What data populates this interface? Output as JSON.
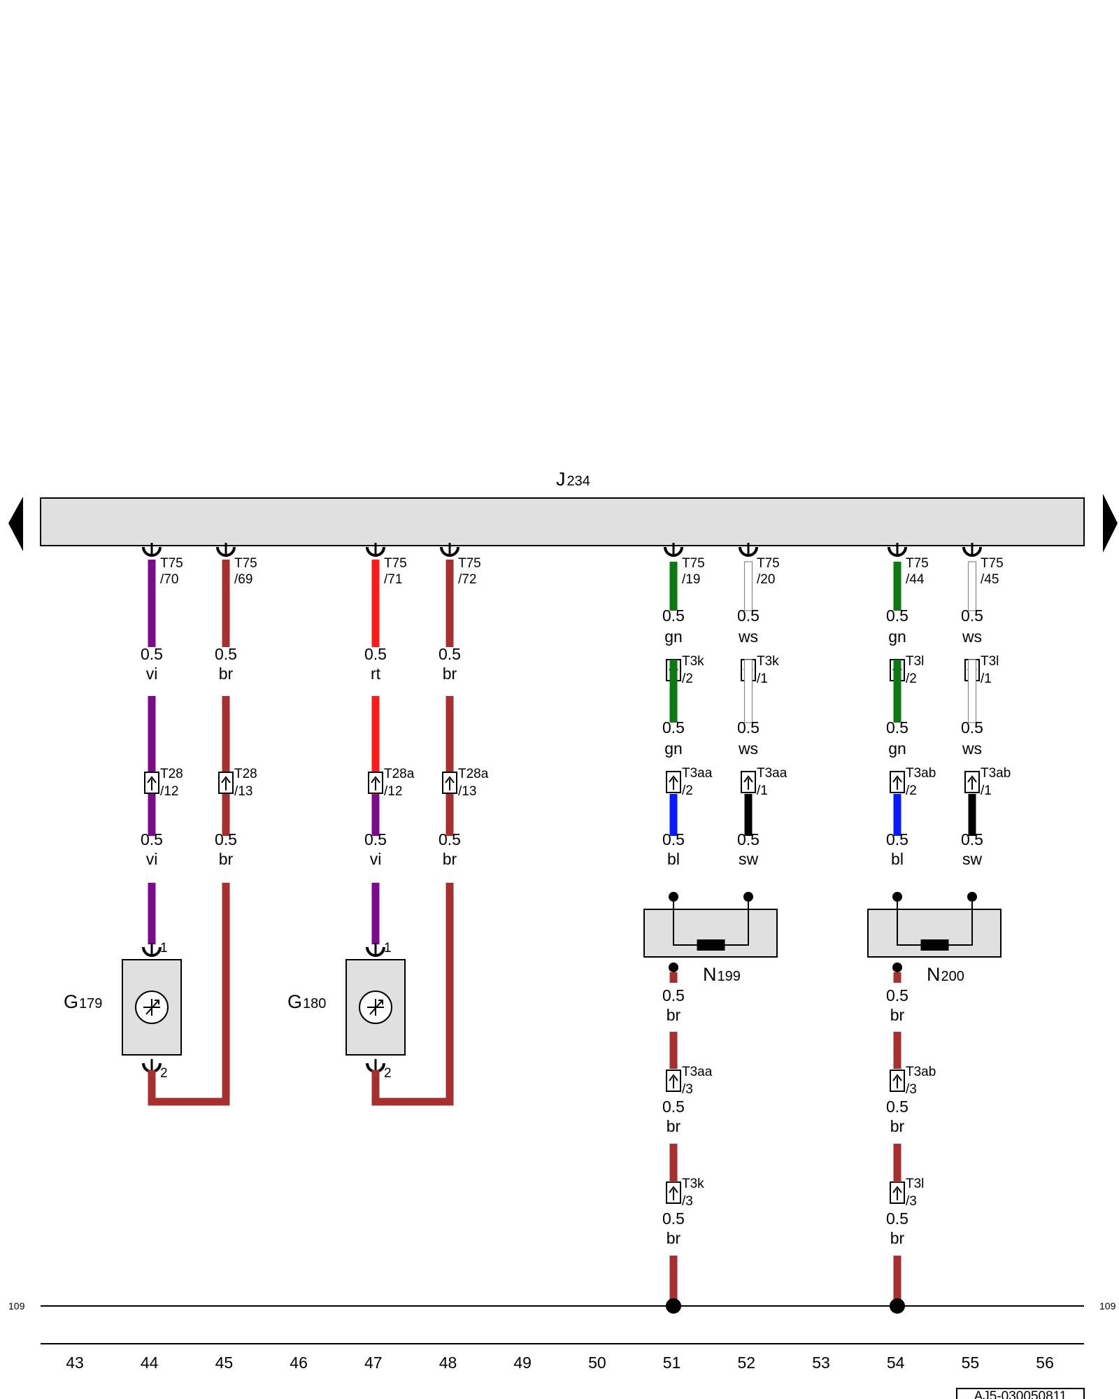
{
  "control_unit": {
    "letter": "J",
    "number": "234"
  },
  "ground_ref": {
    "left": "109",
    "right": "109"
  },
  "footer_code": "AJ5-030050811",
  "columns": [
    "43",
    "44",
    "45",
    "46",
    "47",
    "48",
    "49",
    "50",
    "51",
    "52",
    "53",
    "54",
    "55",
    "56"
  ],
  "colors": {
    "vi": "#7d0a8c",
    "br": "#a63030",
    "rt": "#ff1a1a",
    "gn": "#0b7a12",
    "ws": "#ffffff",
    "bl": "#0a1aff",
    "sw": "#000000",
    "housing": "#e0e0e0"
  },
  "wires": [
    {
      "id": "44",
      "pin": {
        "top": "T75",
        "bot": "/70"
      },
      "segments": [
        {
          "size": "0.5",
          "color": "vi"
        },
        {
          "size": "0.5",
          "color": "vi"
        }
      ],
      "connectors": [
        {
          "top": "T28",
          "bot": "/12"
        }
      ]
    },
    {
      "id": "45",
      "pin": {
        "top": "T75",
        "bot": "/69"
      },
      "segments": [
        {
          "size": "0.5",
          "color": "br"
        },
        {
          "size": "0.5",
          "color": "br"
        }
      ],
      "connectors": [
        {
          "top": "T28",
          "bot": "/13"
        }
      ]
    },
    {
      "id": "47",
      "pin": {
        "top": "T75",
        "bot": "/71"
      },
      "segments": [
        {
          "size": "0.5",
          "color": "rt"
        },
        {
          "size": "0.5",
          "color": "vi"
        }
      ],
      "connectors": [
        {
          "top": "T28a",
          "bot": "/12"
        }
      ]
    },
    {
      "id": "48",
      "pin": {
        "top": "T75",
        "bot": "/72"
      },
      "segments": [
        {
          "size": "0.5",
          "color": "br"
        },
        {
          "size": "0.5",
          "color": "br"
        }
      ],
      "connectors": [
        {
          "top": "T28a",
          "bot": "/13"
        }
      ]
    },
    {
      "id": "51",
      "pin": {
        "top": "T75",
        "bot": "/19"
      },
      "segments": [
        {
          "size": "0.5",
          "color": "gn"
        },
        {
          "size": "0.5",
          "color": "gn"
        },
        {
          "size": "0.5",
          "color": "bl"
        }
      ],
      "connectors": [
        {
          "top": "T3k",
          "bot": "/2"
        },
        {
          "top": "T3aa",
          "bot": "/2"
        }
      ]
    },
    {
      "id": "52",
      "pin": {
        "top": "T75",
        "bot": "/20"
      },
      "segments": [
        {
          "size": "0.5",
          "color": "ws"
        },
        {
          "size": "0.5",
          "color": "ws"
        },
        {
          "size": "0.5",
          "color": "sw"
        }
      ],
      "connectors": [
        {
          "top": "T3k",
          "bot": "/1"
        },
        {
          "top": "T3aa",
          "bot": "/1"
        }
      ]
    },
    {
      "id": "54",
      "pin": {
        "top": "T75",
        "bot": "/44"
      },
      "segments": [
        {
          "size": "0.5",
          "color": "gn"
        },
        {
          "size": "0.5",
          "color": "gn"
        },
        {
          "size": "0.5",
          "color": "bl"
        }
      ],
      "connectors": [
        {
          "top": "T3l",
          "bot": "/2"
        },
        {
          "top": "T3ab",
          "bot": "/2"
        }
      ]
    },
    {
      "id": "55",
      "pin": {
        "top": "T75",
        "bot": "/45"
      },
      "segments": [
        {
          "size": "0.5",
          "color": "ws"
        },
        {
          "size": "0.5",
          "color": "ws"
        },
        {
          "size": "0.5",
          "color": "sw"
        }
      ],
      "connectors": [
        {
          "top": "T3l",
          "bot": "/1"
        },
        {
          "top": "T3ab",
          "bot": "/1"
        }
      ]
    }
  ],
  "sensors": [
    {
      "id": "G179",
      "letter": "G",
      "number": "179",
      "pin_top": "1",
      "pin_bot": "2"
    },
    {
      "id": "G180",
      "letter": "G",
      "number": "180",
      "pin_top": "1",
      "pin_bot": "2"
    }
  ],
  "valves": [
    {
      "id": "N199",
      "letter": "N",
      "number": "199"
    },
    {
      "id": "N200",
      "letter": "N",
      "number": "200"
    }
  ],
  "ground_wires": [
    {
      "id": "51",
      "segments": [
        {
          "size": "0.5",
          "color": "br"
        },
        {
          "size": "0.5",
          "color": "br"
        },
        {
          "size": "0.5",
          "color": "br"
        }
      ],
      "connectors": [
        {
          "top": "T3aa",
          "bot": "/3"
        },
        {
          "top": "T3k",
          "bot": "/3"
        }
      ]
    },
    {
      "id": "54",
      "segments": [
        {
          "size": "0.5",
          "color": "br"
        },
        {
          "size": "0.5",
          "color": "br"
        },
        {
          "size": "0.5",
          "color": "br"
        }
      ],
      "connectors": [
        {
          "top": "T3ab",
          "bot": "/3"
        },
        {
          "top": "T3l",
          "bot": "/3"
        }
      ]
    }
  ]
}
